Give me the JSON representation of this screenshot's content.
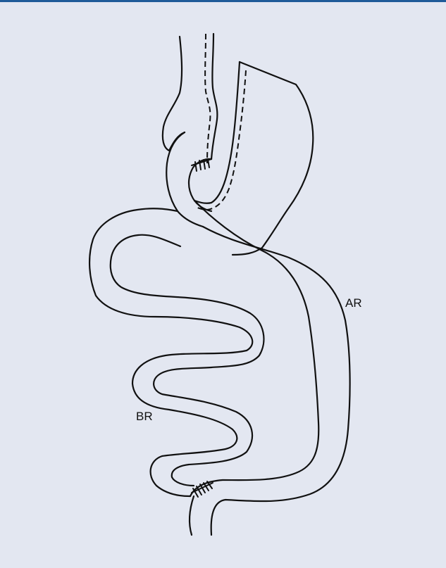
{
  "colors": {
    "background": "#e3e7f1",
    "top_rule": "#1f5b99",
    "line": "#111111"
  },
  "labels": {
    "alimentary_limb": "AR",
    "biliopancreatic_limb": "BR"
  },
  "icons": {
    "stomach_pouch": "stomach-pouch-shape",
    "staples": "staple-line-marks"
  }
}
